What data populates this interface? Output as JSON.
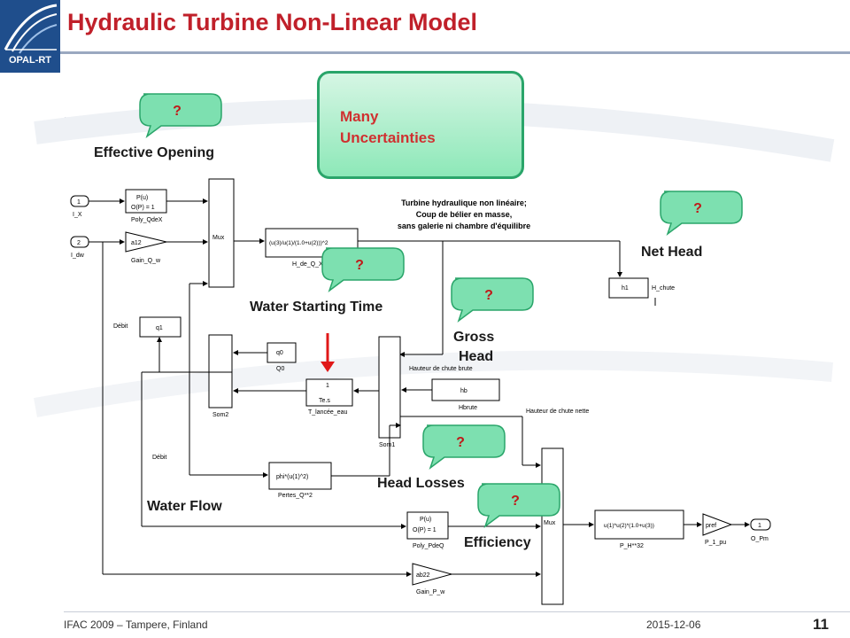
{
  "header": {
    "logo_text": "OPAL-RT",
    "title": "Hydraulic Turbine Non-Linear Model",
    "bullet": "▪"
  },
  "callout": {
    "text_line1": "Many",
    "text_line2": "Uncertainties"
  },
  "labels": {
    "effective_opening": "Effective Opening",
    "water_starting_time": "Water Starting Time",
    "gross_head_1": "Gross",
    "gross_head_2": "Head",
    "net_head": "Net Head",
    "head_losses": "Head Losses",
    "water_flow": "Water Flow",
    "efficiency": "Efficiency",
    "question": "?"
  },
  "diagram": {
    "note_line1": "Turbine hydraulique non linéaire;",
    "note_line2": "Coup de bélier en masse,",
    "note_line3": "sans galerie ni chambre d'équilibre",
    "in1_num": "1",
    "in1_name": "I_X",
    "in2_num": "2",
    "in2_name": "I_dw",
    "poly1_l1": "P(u)",
    "poly1_l2": "O(P) = 1",
    "poly1_name": "Poly_QdeX",
    "gain1": "a12",
    "gain1_name": "Gain_Q_w",
    "mux1": "Mux",
    "fcn1": "(u(3)/u(1)/(1.0+u(2)))^2",
    "fcn1_name": "H_de_Q_X",
    "h1": "h1",
    "h1_name": "H_chute",
    "debit1": "Débit",
    "q1": "q1",
    "q0": "q0",
    "q0_name": "Q0",
    "integ_num": "1",
    "integ_den": "Te.s",
    "integ_name": "T_lancée_eau",
    "sum2_name": "Som2",
    "sum1_name": "Som1",
    "hbrute_label": "Hauteur de chute brute",
    "hb": "hb",
    "hb_name": "Hbrute",
    "hnette_label": "Hauteur de chute nette",
    "debit2": "Débit",
    "phi": "phi*(u(1)^2)",
    "phi_name": "Pertes_Q**2",
    "poly2_l1": "P(u)",
    "poly2_l2": "O(P) = 1",
    "poly2_name": "Poly_PdeQ",
    "mux2": "Mux",
    "fcn2": "u(1)*u(2)*(1.0+u(3))",
    "fcn2_name": "P_H**32",
    "pref": "pref",
    "pref_name": "P_1_pu",
    "out_num": "1",
    "out_name": "O_Pm",
    "gain2": "ab22",
    "gain2_name": "Gain_P_w"
  },
  "footer": {
    "conference": "IFAC 2009 – Tampere, Finland",
    "date": "2015-12-06",
    "page": "11"
  },
  "colors": {
    "title": "#c0202a",
    "callout_border": "#2aa56a",
    "bubble_fill": "#7de0b0",
    "arrow": "#e01818"
  }
}
